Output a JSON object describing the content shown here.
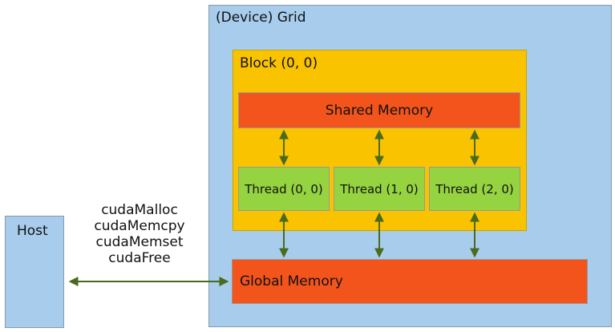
{
  "grid": {
    "title": "(Device) Grid"
  },
  "block": {
    "title": "Block (0, 0)"
  },
  "shared_memory": {
    "label": "Shared Memory"
  },
  "threads": [
    {
      "label": "Thread (0, 0)"
    },
    {
      "label": "Thread (1, 0)"
    },
    {
      "label": "Thread (2, 0)"
    }
  ],
  "global_memory": {
    "label": "Global Memory"
  },
  "host": {
    "label": "Host"
  },
  "api_calls": [
    "cudaMalloc",
    "cudaMemcpy",
    "cudaMemset",
    "cudaFree"
  ],
  "colors": {
    "grid": "#a7ccec",
    "block": "#f9c300",
    "memory": "#f2541b",
    "thread": "#95d341",
    "arrow": "#4a6a1e"
  }
}
